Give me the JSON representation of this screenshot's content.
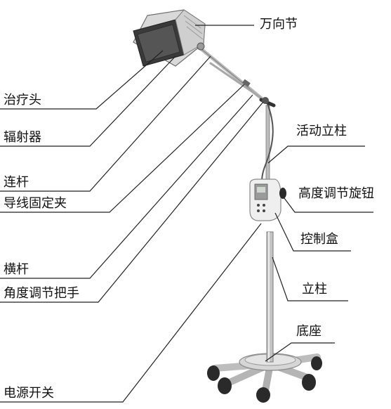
{
  "labels": {
    "universal_joint": "万向节",
    "treatment_head": "治疗头",
    "radiator": "辐射器",
    "connecting_rod": "连杆",
    "wire_clip": "导线固定夹",
    "cross_bar": "横杆",
    "angle_handle": "角度调节把手",
    "power_switch": "电源开关",
    "movable_column": "活动立柱",
    "height_knob": "高度调节旋钮",
    "control_box": "控制盒",
    "column": "立柱",
    "base": "底座"
  },
  "colors": {
    "leader_line": "#222222",
    "metal": "#c9c9c9",
    "metal_dark": "#8a8a8a",
    "caster": "#2a2a2a",
    "panel": "#f2f2f2"
  }
}
